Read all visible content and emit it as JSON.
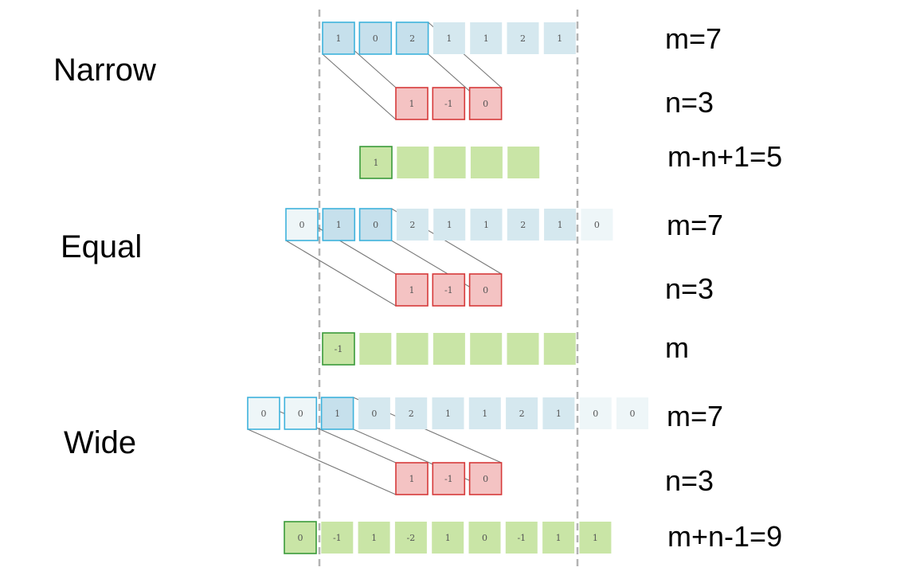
{
  "sections": [
    {
      "title": "Narrow",
      "input": [
        "1",
        "0",
        "2",
        "1",
        "1",
        "2",
        "1"
      ],
      "input_label": "m=7",
      "kernel": [
        "1",
        "-1",
        "0"
      ],
      "kernel_label": "n=3",
      "output": [
        "1",
        "",
        "",
        "",
        ""
      ],
      "output_label": "m-n+1=5"
    },
    {
      "title": "Equal",
      "input": [
        "0",
        "1",
        "0",
        "2",
        "1",
        "1",
        "2",
        "1",
        "0"
      ],
      "input_label": "m=7",
      "kernel": [
        "1",
        "-1",
        "0"
      ],
      "kernel_label": "n=3",
      "output": [
        "-1",
        "",
        "",
        "",
        "",
        "",
        ""
      ],
      "output_label": "m"
    },
    {
      "title": "Wide",
      "input": [
        "0",
        "0",
        "1",
        "0",
        "2",
        "1",
        "1",
        "2",
        "1",
        "0",
        "0"
      ],
      "input_label": "m=7",
      "kernel": [
        "1",
        "-1",
        "0"
      ],
      "kernel_label": "n=3",
      "output": [
        "0",
        "-1",
        "1",
        "-2",
        "1",
        "0",
        "-1",
        "1",
        "1"
      ],
      "output_label": "m+n-1=9"
    }
  ],
  "colors": {
    "input_fill": "#d5e8ef",
    "input_highlight_fill": "#c6e0ec",
    "input_highlight_stroke": "#3eb2dc",
    "padding_fill": "#eef6f8",
    "kernel_fill": "#f4c3c3",
    "kernel_stroke": "#d63a3a",
    "output_fill": "#c9e5a6",
    "output_highlight_stroke": "#3a9a3a",
    "guide_line": "#b3b3b3",
    "connector_line": "#777777"
  }
}
